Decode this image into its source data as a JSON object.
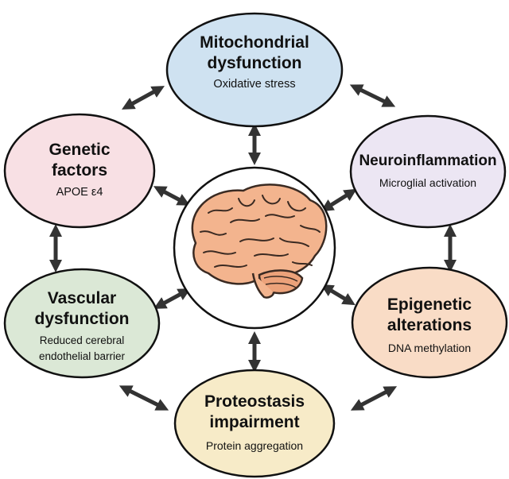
{
  "colors": {
    "mitochondrial": "#cfe2f1",
    "genetic": "#f8e0e4",
    "neuroinflammation": "#ece6f3",
    "vascular": "#dbe8d6",
    "epigenetic": "#f9dcc6",
    "proteostasis": "#f7ebc8",
    "brain_fill": "#f3b48e",
    "brain_stroke": "#3a2a22",
    "arrow": "#333333"
  },
  "nodes": {
    "mitochondrial": {
      "title_1": "Mitochondrial",
      "title_2": "dysfunction",
      "sub_1": "Oxidative stress"
    },
    "genetic": {
      "title_1": "Genetic",
      "title_2": "factors",
      "sub_1": "APOE ε4"
    },
    "neuroinflammation": {
      "title_1": "Neuroinflammation",
      "sub_1": "Microglial activation"
    },
    "vascular": {
      "title_1": "Vascular",
      "title_2": "dysfunction",
      "sub_1": "Reduced cerebral",
      "sub_2": "endothelial barrier"
    },
    "epigenetic": {
      "title_1": "Epigenetic",
      "title_2": "alterations",
      "sub_1": "DNA methylation"
    },
    "proteostasis": {
      "title_1": "Proteostasis",
      "title_2": "impairment",
      "sub_1": "Protein aggregation"
    }
  },
  "center": {
    "icon": "brain-icon"
  }
}
